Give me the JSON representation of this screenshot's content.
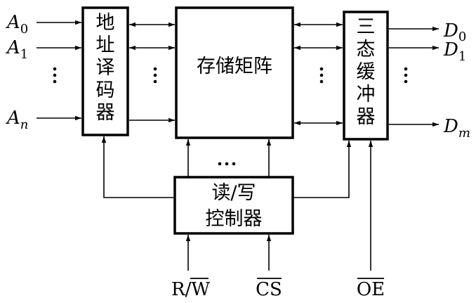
{
  "diagram": {
    "address_inputs": [
      {
        "letter": "A",
        "sub": "0"
      },
      {
        "letter": "A",
        "sub": "1"
      },
      {
        "letter": "A",
        "sub": "n"
      }
    ],
    "data_outputs": [
      {
        "letter": "D",
        "sub": "0"
      },
      {
        "letter": "D",
        "sub": "1"
      },
      {
        "letter": "D",
        "sub": "m"
      }
    ],
    "blocks": {
      "address_decoder": [
        "地",
        "址",
        "译",
        "码",
        "器"
      ],
      "storage_matrix": "存储矩阵",
      "tristate_buffer": [
        "三",
        "态",
        "缓",
        "冲",
        "器"
      ],
      "rw_controller": [
        "读/写",
        "控制器"
      ]
    },
    "control_signals": {
      "rw": {
        "prefix": "R/",
        "overlined": "W"
      },
      "cs": {
        "overlined": "CS"
      },
      "oe": {
        "overlined": "OE"
      }
    }
  }
}
